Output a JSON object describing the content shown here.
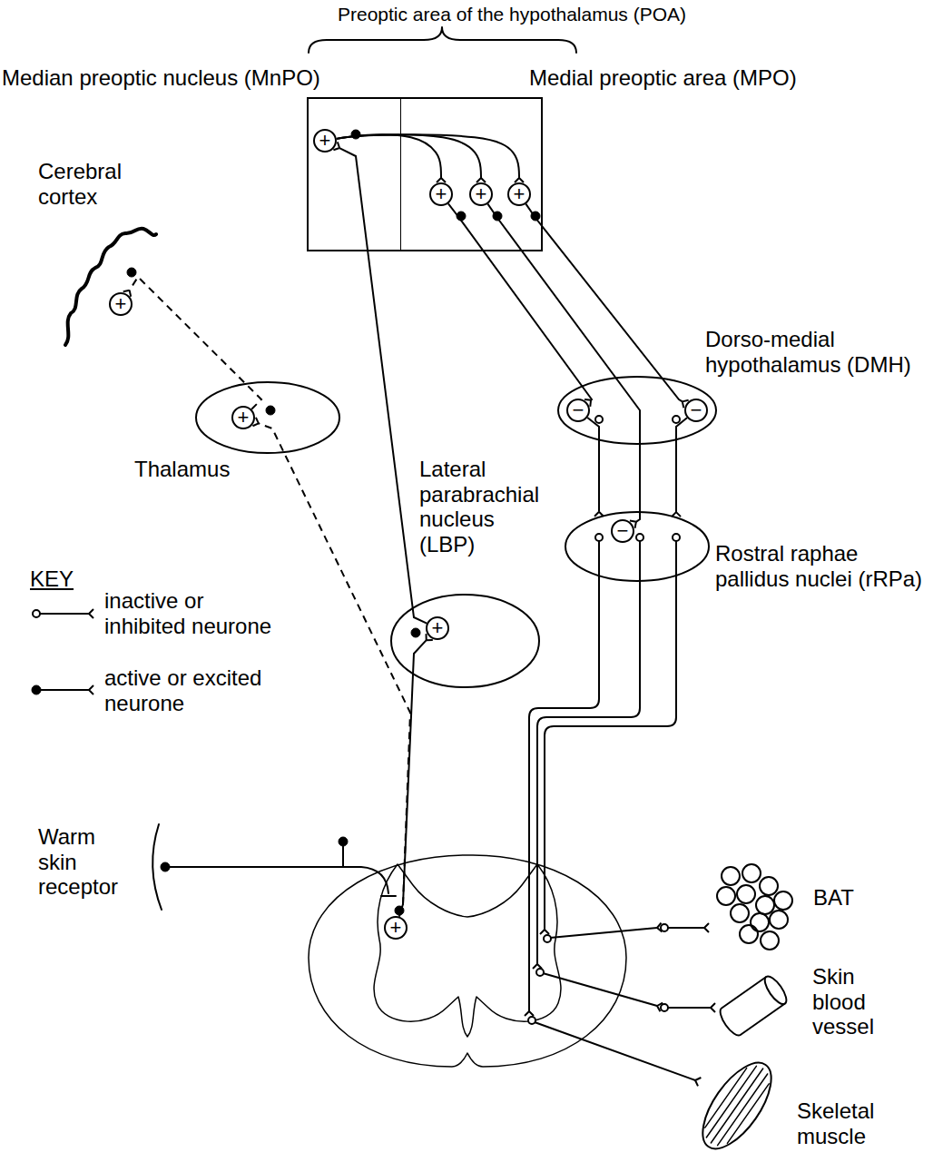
{
  "diagram": {
    "nodes": [
      {
        "text": [
          "Preoptic area of the hypothalamus (POA)"
        ]
      },
      {
        "text": [
          "Median preoptic nucleus (MnPO)"
        ],
        "in": 0
      },
      {
        "text": [
          "Medial preoptic area (MPO)"
        ],
        "in": 0
      },
      {
        "text": [
          "+"
        ],
        "in": 1
      },
      {
        "text": [
          "+"
        ],
        "in": 2
      },
      {
        "text": [
          "+"
        ],
        "in": 2
      },
      {
        "text": [
          "+"
        ],
        "in": 2
      },
      {
        "text": [
          "+"
        ]
      },
      {
        "text": [
          "Thalamus"
        ]
      },
      {
        "text": [
          "+"
        ],
        "in": 8
      },
      {
        "text": [
          "Dorso-medial hypothalamus (DMH)"
        ]
      },
      {
        "text": [
          "−"
        ],
        "in": 10
      },
      {
        "text": [
          "−"
        ],
        "in": 10
      },
      {
        "text": [
          "Rostral raphae pallidus nuclei (rRPa)"
        ]
      },
      {
        "text": [
          "−"
        ],
        "in": 13
      },
      {
        "text": [
          "Lateral parabrachial nucleus (LBP)"
        ]
      },
      {
        "text": [
          "+"
        ],
        "in": 15
      },
      {
        "text": [
          "+"
        ]
      }
    ],
    "edges": [
      {
        "from": 17,
        "to": 16,
        "arrow": "to"
      },
      {
        "from": 16,
        "to": 3,
        "arrow": "to"
      },
      {
        "from": 3,
        "to": 4,
        "arrow": "to"
      },
      {
        "from": 3,
        "to": 5,
        "arrow": "to"
      },
      {
        "from": 3,
        "to": 6,
        "arrow": "to"
      },
      {
        "from": 4,
        "to": 11,
        "arrow": "to"
      },
      {
        "from": 5,
        "to": 14,
        "arrow": "to"
      },
      {
        "from": 6,
        "to": 12,
        "arrow": "to"
      },
      {
        "from": 11,
        "to": 13,
        "arrow": "to"
      },
      {
        "from": 12,
        "to": 13,
        "arrow": "to"
      },
      {
        "from": 17,
        "to": 9,
        "arrow": "to"
      },
      {
        "from": 9,
        "to": 7,
        "arrow": "to"
      }
    ],
    "labels": [
      "Cerebral cortex",
      "KEY",
      "Warm skin receptor",
      "BAT",
      "Skin blood vessel",
      "Skeletal muscle"
    ],
    "legend": [
      {
        "text": "inactive or inhibited neurone"
      },
      {
        "text": "active or excited neurone"
      }
    ]
  }
}
